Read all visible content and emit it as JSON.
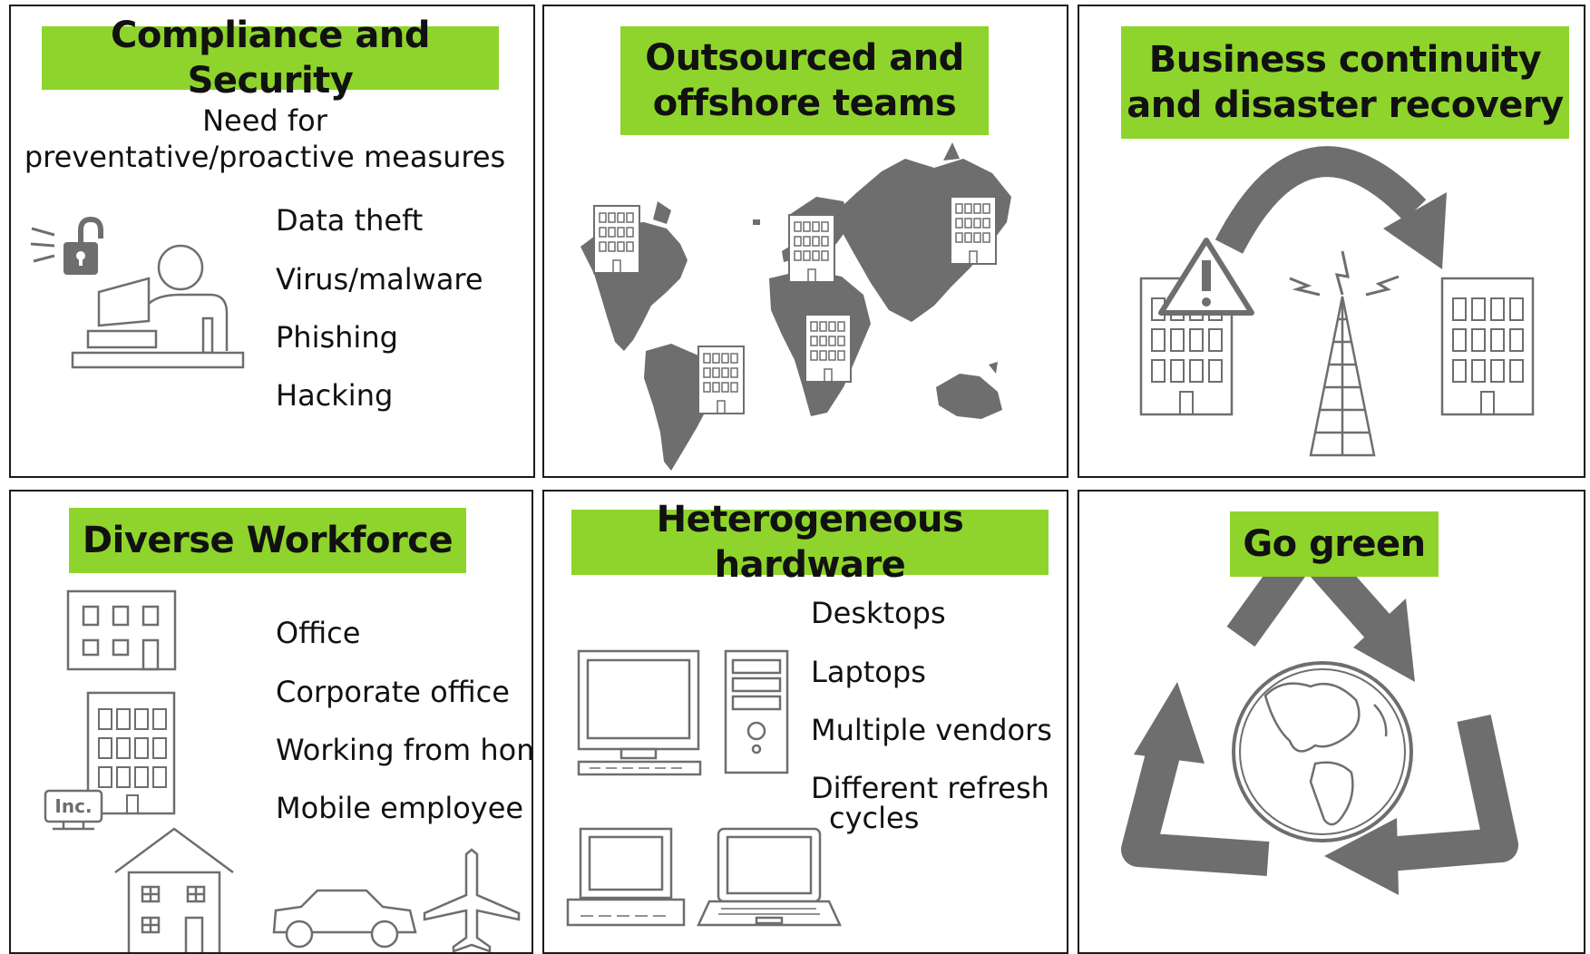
{
  "colors": {
    "accent": "#8fd42c",
    "border": "#1a1a1a",
    "icon": "#6e6e6e",
    "text": "#111111"
  },
  "panels": {
    "compliance": {
      "title": "Compliance and Security",
      "subtitle_line1": "Need for",
      "subtitle_line2": "preventative/proactive measures",
      "items": [
        "Data theft",
        "Virus/malware",
        "Phishing",
        "Hacking"
      ],
      "icons": [
        "open-padlock-icon",
        "person-at-computer-icon"
      ]
    },
    "outsourced": {
      "title_line1": "Outsourced and",
      "title_line2": "offshore teams",
      "icons": [
        "world-map-icon",
        "office-building-icon"
      ]
    },
    "continuity": {
      "title_line1": "Business continuity",
      "title_line2": "and disaster recovery",
      "icons": [
        "warning-triangle-icon",
        "office-building-icon",
        "radio-tower-icon",
        "curved-arrow-icon"
      ]
    },
    "workforce": {
      "title": "Diverse Workforce",
      "items": [
        "Office",
        "Corporate office",
        "Working from home",
        "Mobile employee"
      ],
      "badge": "Inc.",
      "icons": [
        "office-icon",
        "corporate-building-icon",
        "house-icon",
        "car-icon",
        "airplane-icon"
      ]
    },
    "hardware": {
      "title": "Heterogeneous hardware",
      "items": [
        "Desktops",
        "Laptops",
        "Multiple vendors"
      ],
      "item4_line1": "Different refresh",
      "item4_line2": "cycles",
      "icons": [
        "monitor-icon",
        "tower-pc-icon",
        "small-desktop-icon",
        "laptop-icon"
      ]
    },
    "green": {
      "title": "Go green",
      "icons": [
        "recycle-arrows-icon",
        "globe-icon"
      ]
    }
  }
}
